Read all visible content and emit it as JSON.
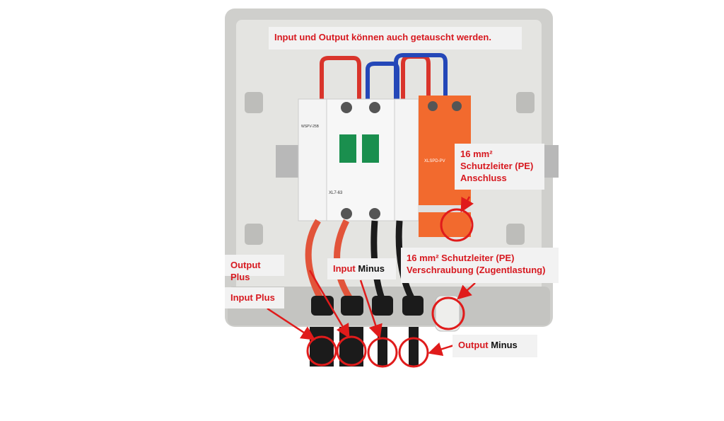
{
  "labels": {
    "top_note": "Input und Output können auch getauscht werden.",
    "pe_connection": {
      "line1": "16 mm² ",
      "line2": "Schutzleiter (PE)",
      "line3": "Anschluss"
    },
    "pe_gland": {
      "line1": "16 mm² Schutzleiter (PE)",
      "line2": "Verschraubung (Zugentlastung)"
    },
    "output_plus": "Output Plus",
    "input_plus": "Input Plus",
    "input_minus": {
      "red": "Input",
      "black": " Minus"
    },
    "output_minus": {
      "red": "Output",
      "black": " Minus"
    }
  },
  "device_text": {
    "breaker_model": "XL7-63",
    "spd_model": "XLSPD-PV",
    "fuse_model": "WSPV-25B"
  },
  "colors": {
    "annotation": "#d71920",
    "label_bg": "#f2f2f2",
    "enclosure": "#d9d9d6",
    "spd": "#f26a2e"
  }
}
